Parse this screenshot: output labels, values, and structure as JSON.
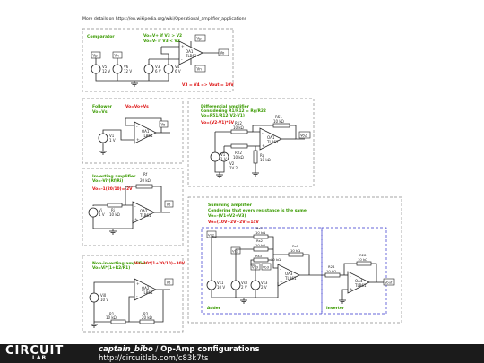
{
  "header_note": "More details on https://en.wikipedia.org/wiki/Operational_amplifier_applications",
  "colors": {
    "green": "#3a9a00",
    "red": "#dd1111",
    "blue": "#3333cc",
    "box": "#888888",
    "wire": "#222222"
  },
  "comparator": {
    "title": "Comparator",
    "eq1": "Vo=V+ if V3 > V2",
    "eq2": "Vo=V- if V3 < V2",
    "note": "V3 = V4 => Vout = 10V",
    "opamp": "OA1",
    "model": "TLB61",
    "v5": "V5",
    "v5val": "12 V",
    "v6": "V6",
    "v6val": "12 V",
    "v3": "V3",
    "v3val": "6 V",
    "v4": "V4",
    "v4val": "6 V",
    "pin_vp": "Vp",
    "pin_vn": "Vn",
    "pin_vo": "Vo",
    "pin_v2": "V2",
    "pin_v3": "V3",
    "plus": "+",
    "minus": "-"
  },
  "follower": {
    "title": "Follower",
    "title2": "Vo=Vs",
    "eq": "Vo=Vo+Vs",
    "opamp": "OA1",
    "model": "TLB61",
    "src": "V1",
    "srcval": "1 V",
    "pin_out": "Vo",
    "plus": "+",
    "minus": "-"
  },
  "differential": {
    "title": "Differential amplifier",
    "sub": "Considering R1/R12 = Rg/R22",
    "eq1": "Vo=R51/R12(V2-V1)",
    "eq2": "Vo=(V2-V1)*5V",
    "r1": "R51",
    "r1val": "10 kΩ",
    "r12": "R12",
    "r12val": "10 kΩ",
    "r22": "R22",
    "r22val": "10 kΩ",
    "rg": "Rg",
    "rgval": "10 kΩ",
    "opamp": "OA1",
    "model": "TLB61",
    "v1": "V1",
    "v1val": "1 V",
    "v2": "V2",
    "v2val": "1V 2",
    "pin_out": "Vo2",
    "plus": "+",
    "minus": "-"
  },
  "inverting": {
    "title": "Inverting amplifier",
    "eq1": "Vo=-Vi*(Rf/Ri)",
    "eq2": "Vo=-1(20/10)=-2V",
    "rf": "Rf",
    "rfval": "20 kΩ",
    "ri": "Ri",
    "rival": "10 kΩ",
    "opamp": "OA2",
    "model": "TLB61",
    "src": "Vi",
    "srcval": "1 V",
    "pin_out": "Vo",
    "plus": "+",
    "minus": "-"
  },
  "summing": {
    "title": "Summing amplifier",
    "sub": "Condering that every resistance is the same",
    "eq1": "Vo=-(V1+V2+V3)",
    "eq2": "Vo=(10V+2V+2V)=14V",
    "r1": "Rs1",
    "r1val": "10 kΩ",
    "r2": "Rs2",
    "r2val": "10 kΩ",
    "r3": "Rs3",
    "r3val": "10 kΩ",
    "rf": "Rsf",
    "rfval": "10 kΩ",
    "r24": "R24",
    "r24val": "10 kΩ",
    "r28": "R28",
    "r28val": "10 kΩ",
    "oa3": "OA3",
    "oa4": "OA4",
    "model": "TLB61",
    "vs1": "Vs1",
    "vs1val": "10 V",
    "vs2": "Vs2",
    "vs2val": "2 V",
    "vs3": "Vs3",
    "vs3val": "2 V",
    "pin_a": "Vs2",
    "pin_b": "Vs3",
    "pin_c": "Vs3",
    "pin_d": "Vo3",
    "pin_out": "Vout",
    "adder": "Adder",
    "inverter": "Inverter",
    "plus": "+",
    "minus": "-"
  },
  "noninverting": {
    "title": "Non-inverting amplifier",
    "sub": "Vo=Vi*(1+R2/R1)",
    "eq": "Vo=10*(1+20/10)=30V",
    "r1": "R1",
    "r1val": "10 kΩ",
    "r2": "R2",
    "r2val": "20 kΩ",
    "opamp": "OA2",
    "model": "TLB61",
    "src": "Vi0",
    "srcval": "10 V",
    "pin_out": "Vo",
    "plus": "+",
    "minus": "-"
  },
  "footer": {
    "logo": "CIRCUIT",
    "logo_sub": "LAB",
    "author": "captain_bibo",
    "sep": " / ",
    "circuit_name": "Op-Amp configurations",
    "url": "http://circuitlab.com/c83k7ts"
  }
}
